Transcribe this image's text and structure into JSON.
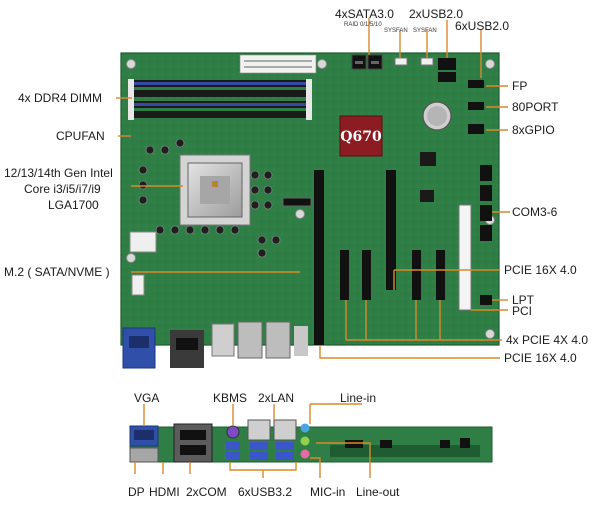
{
  "board": {
    "chipset_label": "Q670"
  },
  "top_labels": {
    "sata": "4xSATA3.0",
    "raid": "RAID 0/1/5/10",
    "sysfan1": "SYSFAN",
    "sysfan2": "SYSFAN",
    "usb20_2": "2xUSB2.0",
    "usb20_6": "6xUSB2.0"
  },
  "left_labels": {
    "dimm": "4x DDR4 DIMM",
    "cpufan": "CPUFAN",
    "cpu_line1": "12/13/14th Gen Intel",
    "cpu_line2": "Core i3/i5/i7/i9",
    "cpu_line3": "LGA1700",
    "m2": "M.2 ( SATA/NVME )"
  },
  "right_labels": {
    "fp": "FP",
    "port80": "80PORT",
    "gpio": "8xGPIO",
    "com": "COM3-6",
    "pcie16_top": "PCIE 16X 4.0",
    "lpt": "LPT",
    "pci": "PCI",
    "pcie4": "4x PCIE 4X 4.0",
    "pcie16_bottom": "PCIE 16X 4.0"
  },
  "io_labels": {
    "vga": "VGA",
    "kbms": "KBMS",
    "lan": "2xLAN",
    "line_in": "Line-in",
    "dp": "DP",
    "hdmi": "HDMI",
    "com": "2xCOM",
    "usb32": "6xUSB3.2",
    "mic_in": "MIC-in",
    "line_out": "Line-out"
  },
  "colors": {
    "pcb": "#2f7e45",
    "pcb_dark": "#1f5c31",
    "callout": "#d98a2a",
    "dimm_slot": "#1b1b1b",
    "dimm_accent": "#3b56c9",
    "chipset": "#8a1c22",
    "socket": "#b9b9b9",
    "vga_blue": "#2f4fa8"
  }
}
